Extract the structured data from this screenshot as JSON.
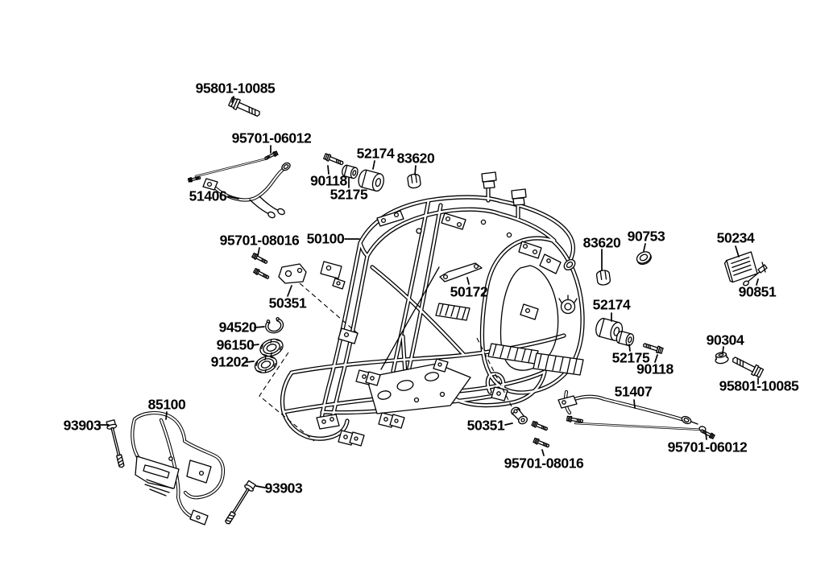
{
  "page": {
    "background_color": "#ffffff"
  },
  "diagram": {
    "kind": "exploded-parts-diagram",
    "subject": "vehicle-frame-assembly",
    "line_color": "#000000",
    "label_color": "#000000"
  },
  "callouts": [
    {
      "label": "95801-10085",
      "part": "flange-bolt"
    },
    {
      "label": "95701-06012",
      "part": "rod-with-stud-bolt"
    },
    {
      "label": "52174",
      "part": "rubber-bushing"
    },
    {
      "label": "83620",
      "part": "cap-nut"
    },
    {
      "label": "90118",
      "part": "flange-bolt"
    },
    {
      "label": "52175",
      "part": "collar"
    },
    {
      "label": "51406",
      "part": "bracket-pipe"
    },
    {
      "label": "95701-08016",
      "part": "flange-bolt-pair"
    },
    {
      "label": "50100",
      "part": "frame-body"
    },
    {
      "label": "83620",
      "part": "cap-nut"
    },
    {
      "label": "90753",
      "part": "ring-collar"
    },
    {
      "label": "50234",
      "part": "caution-plate"
    },
    {
      "label": "50172",
      "part": "stay-bracket"
    },
    {
      "label": "90851",
      "part": "clip-screw"
    },
    {
      "label": "50351",
      "part": "mount-bracket"
    },
    {
      "label": "52174",
      "part": "rubber-bushing"
    },
    {
      "label": "94520",
      "part": "snap-ring"
    },
    {
      "label": "96150",
      "part": "rubber-grommet"
    },
    {
      "label": "91202",
      "part": "rubber-grommet"
    },
    {
      "label": "52175",
      "part": "collar"
    },
    {
      "label": "90304",
      "part": "flange-nut"
    },
    {
      "label": "90118",
      "part": "flange-bolt"
    },
    {
      "label": "95801-10085",
      "part": "flange-bolt"
    },
    {
      "label": "85100",
      "part": "front-guard"
    },
    {
      "label": "51407",
      "part": "stay-pipe"
    },
    {
      "label": "93903",
      "part": "tapping-screw"
    },
    {
      "label": "50351",
      "part": "mount-bracket"
    },
    {
      "label": "95701-06012",
      "part": "tie-rod-bolt"
    },
    {
      "label": "95701-08016",
      "part": "flange-bolt-pair"
    },
    {
      "label": "93903",
      "part": "tapping-screw"
    }
  ]
}
